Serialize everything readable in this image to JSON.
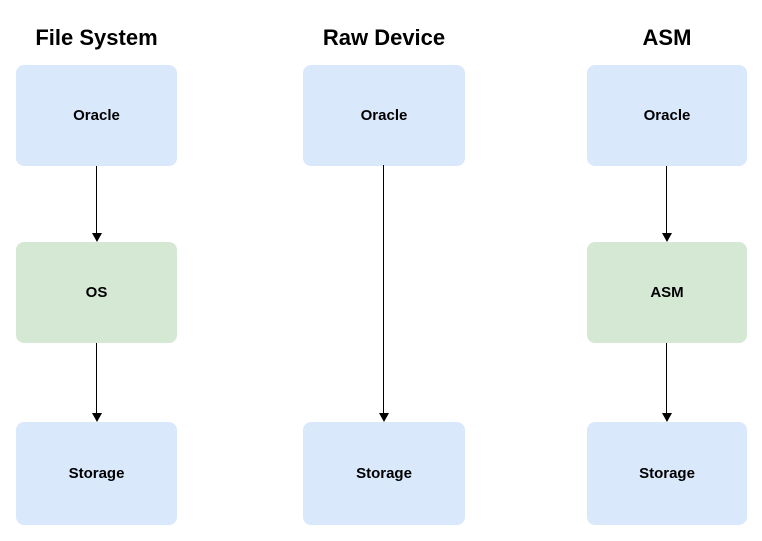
{
  "diagram": {
    "columns": [
      {
        "title": "File System",
        "nodes": [
          {
            "label": "Oracle",
            "style": "blue"
          },
          {
            "label": "OS",
            "style": "green"
          },
          {
            "label": "Storage",
            "style": "blue"
          }
        ],
        "connections": [
          {
            "from": "Oracle",
            "to": "OS"
          },
          {
            "from": "OS",
            "to": "Storage"
          }
        ]
      },
      {
        "title": "Raw Device",
        "nodes": [
          {
            "label": "Oracle",
            "style": "blue"
          },
          {
            "label": "Storage",
            "style": "blue"
          }
        ],
        "connections": [
          {
            "from": "Oracle",
            "to": "Storage"
          }
        ]
      },
      {
        "title": "ASM",
        "nodes": [
          {
            "label": "Oracle",
            "style": "blue"
          },
          {
            "label": "ASM",
            "style": "green"
          },
          {
            "label": "Storage",
            "style": "blue"
          }
        ],
        "connections": [
          {
            "from": "Oracle",
            "to": "ASM"
          },
          {
            "from": "ASM",
            "to": "Storage"
          }
        ]
      }
    ],
    "colors": {
      "node_blue": "#dae8fc",
      "node_green": "#d5e8d4",
      "arrow": "#000000",
      "text": "#000000",
      "background": "#ffffff"
    }
  }
}
